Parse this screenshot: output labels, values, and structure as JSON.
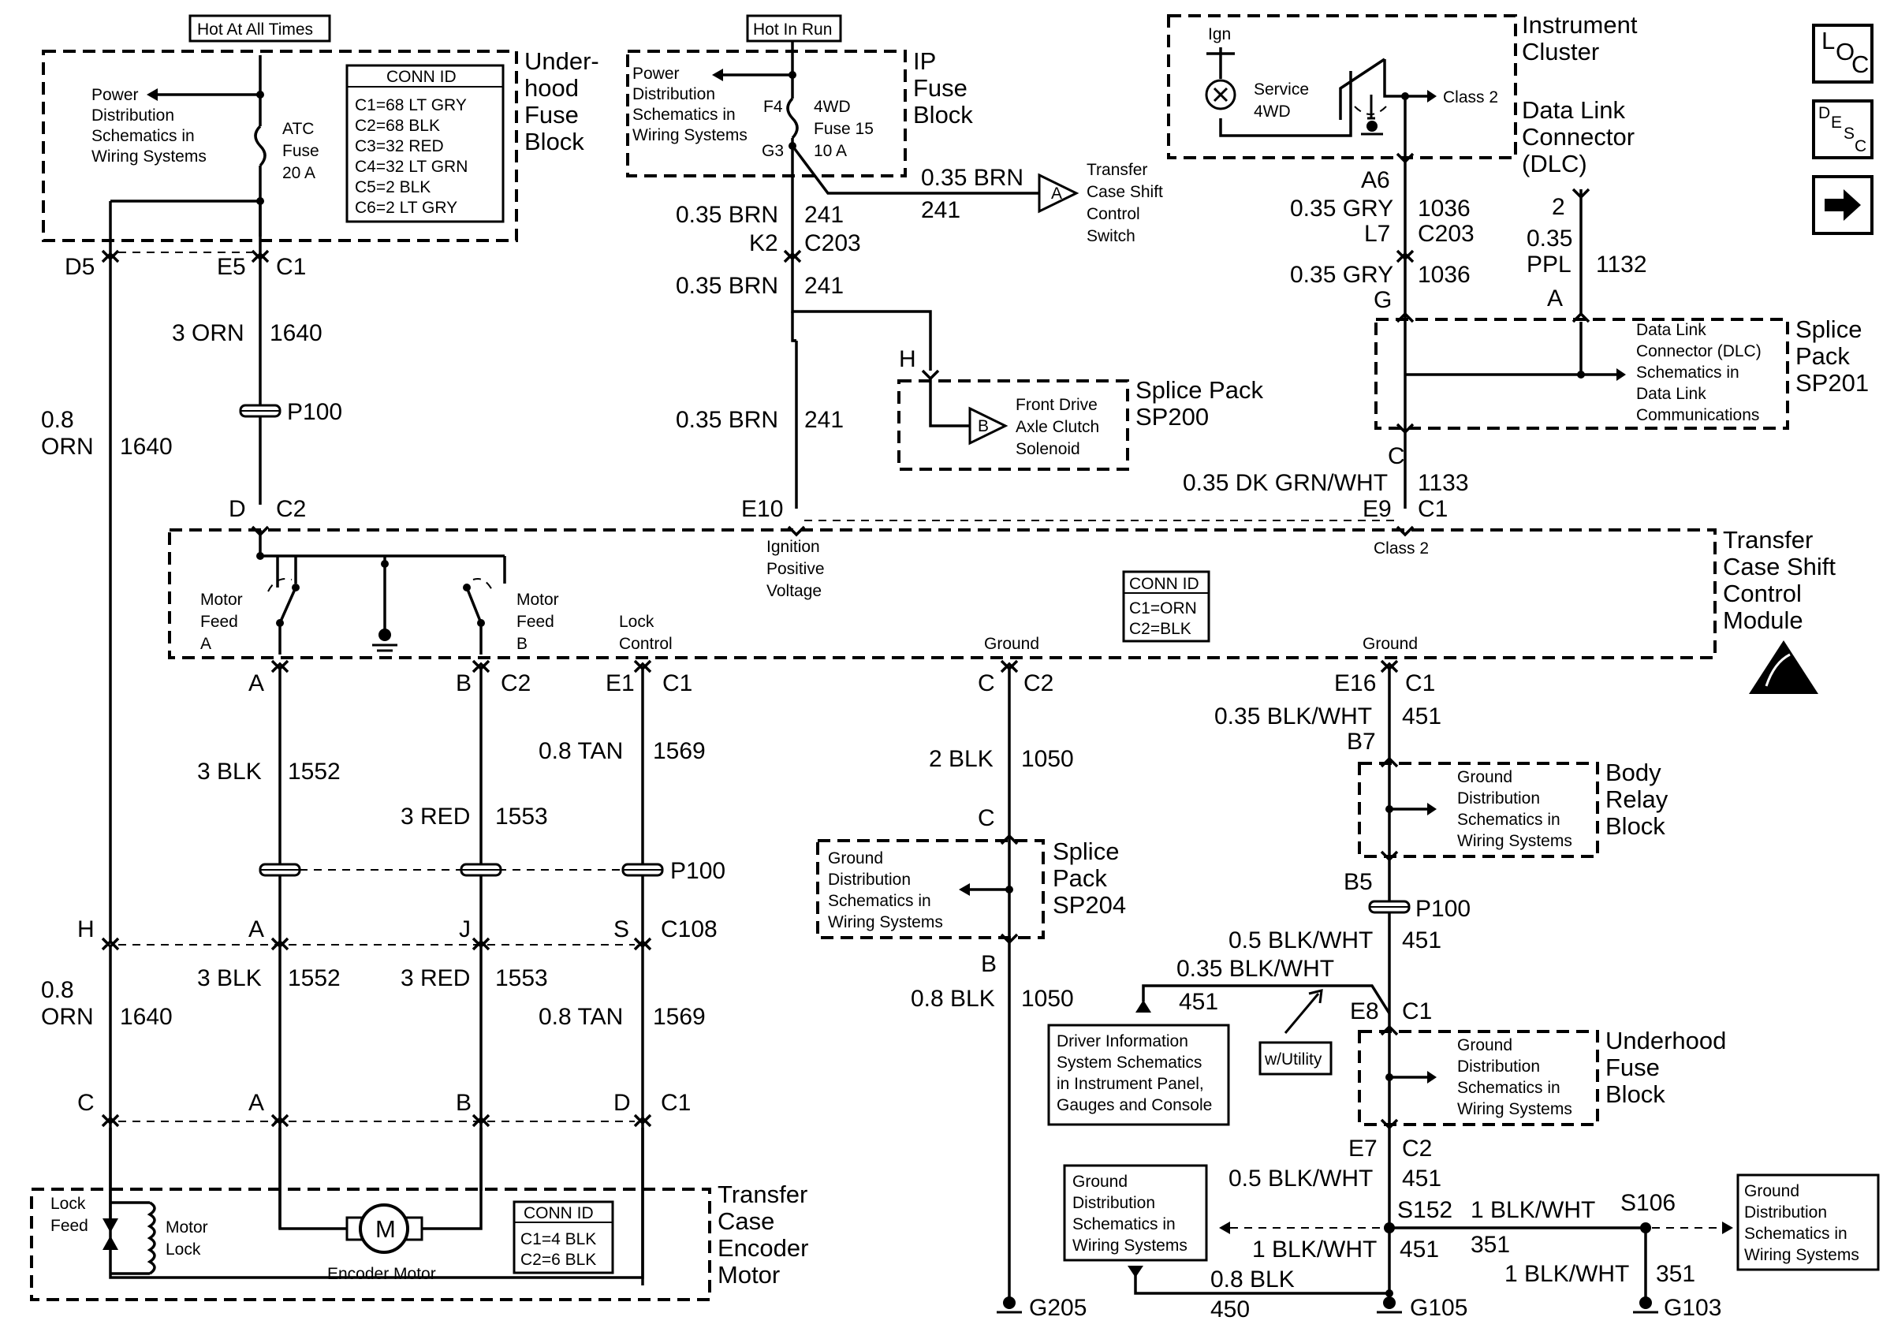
{
  "header": {
    "hot_at_all_times": "Hot At All Times",
    "hot_in_run": "Hot In Run"
  },
  "underhood_top": {
    "title": [
      "Under-",
      "hood",
      "Fuse",
      "Block"
    ],
    "power_dist": [
      "Power",
      "Distribution",
      "Schematics in",
      "Wiring Systems"
    ],
    "fuse": [
      "ATC",
      "Fuse",
      "20 A"
    ],
    "conn_id_title": "CONN ID",
    "conn_ids": [
      "C1=68 LT GRY",
      "C2=68 BLK",
      "C3=32 RED",
      "C4=32 LT GRN",
      "C5=2 BLK",
      "C6=2 LT GRY"
    ]
  },
  "ip_fuse": {
    "title": [
      "IP",
      "Fuse",
      "Block"
    ],
    "power_dist": [
      "Power",
      "Distribution",
      "Schematics in",
      "Wiring Systems"
    ],
    "pins": [
      "F4",
      "G3"
    ],
    "fuse": [
      "4WD",
      "Fuse 15",
      "10 A"
    ]
  },
  "cluster": {
    "title": [
      "Instrument",
      "Cluster"
    ],
    "ign": "Ign",
    "lamp": [
      "Service",
      "4WD"
    ],
    "class2": "Class 2"
  },
  "dlc": {
    "title": [
      "Data Link",
      "Connector",
      "(DLC)"
    ]
  },
  "nav": {
    "loc": [
      "L",
      "O",
      "C"
    ],
    "desc": [
      "D",
      "E",
      "S",
      "C"
    ],
    "next": "next-arrow"
  },
  "transfer_switch": {
    "label": [
      "Transfer",
      "Case Shift",
      "Control",
      "Switch"
    ],
    "arrow": "A",
    "wire": "0.35 BRN",
    "circuit": "241"
  },
  "sp200": {
    "title": [
      "Splice Pack",
      "SP200"
    ],
    "pin": "H",
    "arrow": "B",
    "label": [
      "Front Drive",
      "Axle Clutch",
      "Solenoid"
    ]
  },
  "sp201": {
    "title": [
      "Splice",
      "Pack",
      "SP201"
    ],
    "label": [
      "Data Link",
      "Connector (DLC)",
      "Schematics in",
      "Data Link",
      "Communications"
    ]
  },
  "module": {
    "title": [
      "Transfer",
      "Case Shift",
      "Control",
      "Module"
    ],
    "ignition": [
      "Ignition",
      "Positive",
      "Voltage"
    ],
    "class2": "Class 2",
    "motor_feed_a": [
      "Motor",
      "Feed",
      "A"
    ],
    "motor_feed_b": [
      "Motor",
      "Feed",
      "B"
    ],
    "lock_control": [
      "Lock",
      "Control"
    ],
    "ground1": "Ground",
    "ground2": "Ground",
    "conn_id_title": "CONN ID",
    "conn_ids": [
      "C1=ORN",
      "C2=BLK"
    ]
  },
  "wires": {
    "d5": "D5",
    "e5": "E5",
    "c1_top": "C1",
    "orn3": "3 ORN",
    "c1640": "1640",
    "p100_top": "P100",
    "d_pin": "D",
    "c2_pin": "C2",
    "orn08a": "0.8",
    "orn08b": "ORN",
    "c1640b": "1640",
    "brn1": "0.35 BRN",
    "c241a": "241",
    "k2": "K2",
    "c203": "C203",
    "brn2": "0.35 BRN",
    "c241b": "241",
    "brn3": "0.35 BRN",
    "c241c": "241",
    "e10": "E10",
    "a6": "A6",
    "gry1": "0.35 GRY",
    "c1036a": "1036",
    "l7": "L7",
    "c203b": "C203",
    "gry2": "0.35 GRY",
    "c1036b": "1036",
    "g_pin": "G",
    "dlc_pin2": "2",
    "ppl1": "0.35",
    "ppl2": "PPL",
    "c1132": "1132",
    "a_pin_dlc": "A",
    "c_pin": "C",
    "dkgrn": "0.35 DK GRN/WHT",
    "c1133": "1133",
    "e9": "E9",
    "c1_e9": "C1"
  },
  "lower": {
    "a_top": "A",
    "b_top": "B",
    "c2_top": "C2",
    "e1": "E1",
    "c1_e1": "C1",
    "blk3": "3 BLK",
    "c1552": "1552",
    "red3": "3 RED",
    "c1553": "1553",
    "tan08": "0.8 TAN",
    "c1569": "1569",
    "p100_mid": "P100",
    "h": "H",
    "a_mid": "A",
    "j": "J",
    "s": "S",
    "c108": "C108",
    "orn_a": "0.8",
    "orn_b": "ORN",
    "c1640c": "1640",
    "blk3b": "3 BLK",
    "c1552b": "1552",
    "red3b": "3 RED",
    "c1553b": "1553",
    "tan08b": "0.8 TAN",
    "c1569b": "1569",
    "c_bot": "C",
    "a_bot": "A",
    "b_bot": "B",
    "d_bot": "D",
    "c1_bot": "C1"
  },
  "encoder": {
    "title": [
      "Transfer",
      "Case",
      "Encoder",
      "Motor"
    ],
    "lock_feed": [
      "Lock",
      "Feed"
    ],
    "motor_lock": [
      "Motor",
      "Lock"
    ],
    "motor": "M",
    "motor_label": "Encoder Motor",
    "conn_id_title": "CONN ID",
    "conn_ids": [
      "C1=4 BLK",
      "C2=6 BLK"
    ]
  },
  "ground_mid": {
    "c_top": "C",
    "c2": "C2",
    "blk2": "2 BLK",
    "c1050": "1050",
    "c_pin": "C",
    "sp204": [
      "Splice",
      "Pack",
      "SP204"
    ],
    "dist": [
      "Ground",
      "Distribution",
      "Schematics in",
      "Wiring Systems"
    ],
    "b_pin": "B",
    "blk08": "0.8 BLK",
    "c1050b": "1050",
    "g205": "G205"
  },
  "ground_right": {
    "e16": "E16",
    "c1": "C1",
    "blkwht1": "0.35 BLK/WHT",
    "c451a": "451",
    "b7": "B7",
    "body_relay": [
      "Body",
      "Relay",
      "Block"
    ],
    "dist1": [
      "Ground",
      "Distribution",
      "Schematics in",
      "Wiring Systems"
    ],
    "b5": "B5",
    "p100": "P100",
    "blkwht2": "0.5 BLK/WHT",
    "c451b": "451",
    "blkwht3": "0.35 BLK/WHT",
    "c451c": "451",
    "e8": "E8",
    "c1b": "C1",
    "driver_info": [
      "Driver Information",
      "System Schematics",
      "in Instrument Panel,",
      "Gauges and Console"
    ],
    "utility": "w/Utility",
    "underhood": [
      "Underhood",
      "Fuse",
      "Block"
    ],
    "dist2": [
      "Ground",
      "Distribution",
      "Schematics in",
      "Wiring Systems"
    ],
    "e7": "E7",
    "c2": "C2",
    "blkwht4": "0.5 BLK/WHT",
    "c451d": "451",
    "s152": "S152",
    "blkwht5": "1 BLK/WHT",
    "s106": "S106",
    "c351a": "351",
    "dist3": [
      "Ground",
      "Distribution",
      "Schematics in",
      "Wiring Systems"
    ],
    "dist4": [
      "Ground",
      "Distribution",
      "Schematics in",
      "Wiring Systems"
    ],
    "blkwht6": "1 BLK/WHT",
    "c451e": "451",
    "blkwht7": "1 BLK/WHT",
    "c351b": "351",
    "blk08": "0.8 BLK",
    "c450": "450",
    "g105": "G105",
    "g103": "G103"
  }
}
